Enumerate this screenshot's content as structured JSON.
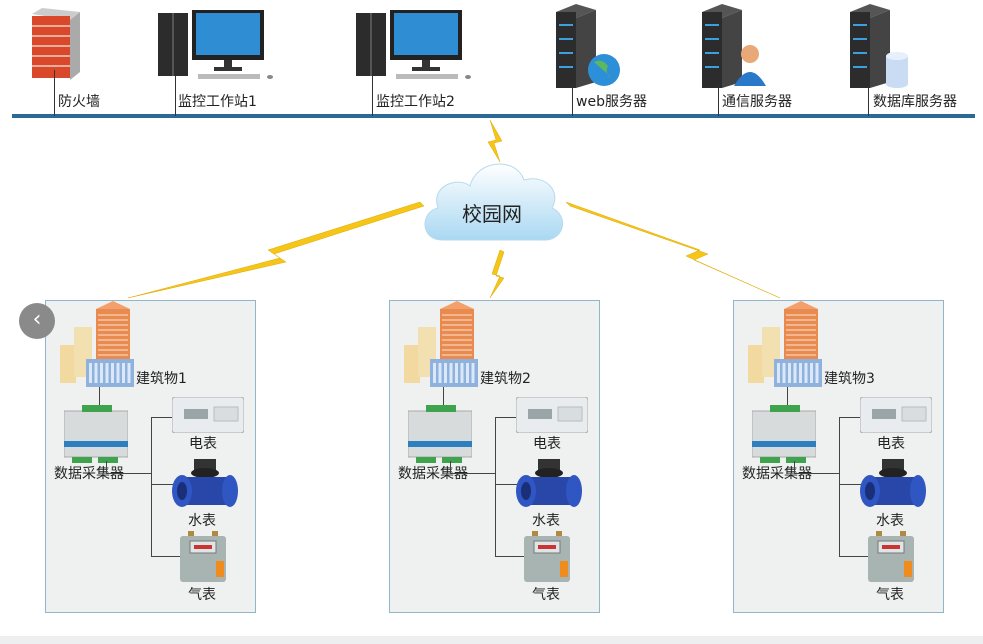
{
  "top_nodes": [
    {
      "label": "防火墙",
      "icon": "firewall-icon"
    },
    {
      "label": "监控工作站1",
      "icon": "workstation-icon"
    },
    {
      "label": "监控工作站2",
      "icon": "workstation-icon"
    },
    {
      "label": "web服务器",
      "icon": "web-server-icon"
    },
    {
      "label": "通信服务器",
      "icon": "communication-server-icon"
    },
    {
      "label": "数据库服务器",
      "icon": "database-server-icon"
    }
  ],
  "network": {
    "label": "校园网",
    "icon": "cloud-icon"
  },
  "buildings": [
    {
      "name": "建筑物1",
      "collector": "数据采集器",
      "meters": [
        "电表",
        "水表",
        "气表"
      ]
    },
    {
      "name": "建筑物2",
      "collector": "数据采集器",
      "meters": [
        "电表",
        "水表",
        "气表"
      ]
    },
    {
      "name": "建筑物3",
      "collector": "数据采集器",
      "meters": [
        "电表",
        "水表",
        "气表"
      ]
    }
  ],
  "colors": {
    "bus": "#2b6a96",
    "lightning": "#f5c518",
    "panel_border": "#8fb6c9"
  },
  "nav": {
    "back_icon": "chevron-left-icon",
    "back_glyph": "‹"
  }
}
